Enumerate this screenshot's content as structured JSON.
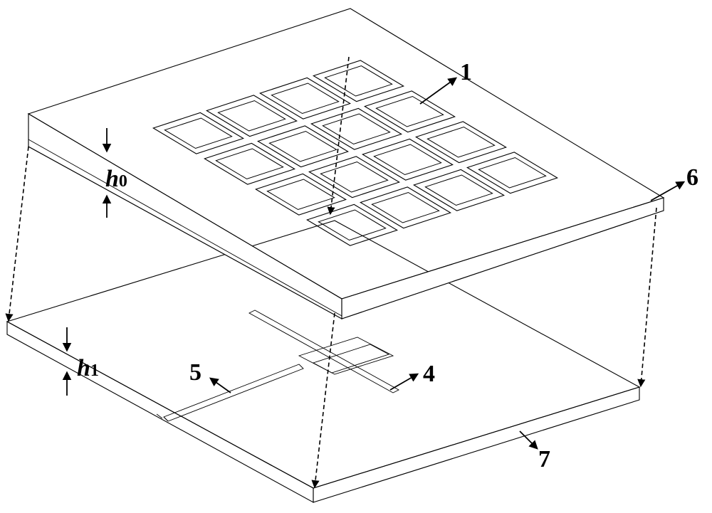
{
  "labels": {
    "part_1": "1",
    "part_4": "4",
    "part_5": "5",
    "part_6": "6",
    "part_7": "7",
    "h0_letter": "h",
    "h0_sub": "0",
    "h1_letter": "h",
    "h1_sub": "1"
  },
  "unit_cell_grid": {
    "rows": 4,
    "cols": 4,
    "count": 16
  }
}
